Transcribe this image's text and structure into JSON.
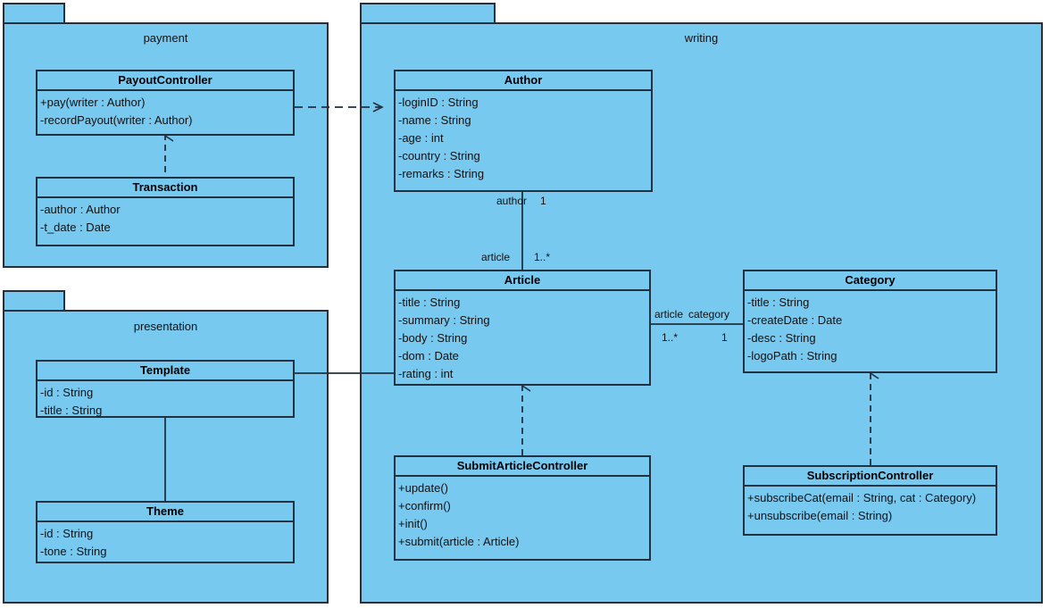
{
  "diagram": {
    "type": "uml-class-diagram",
    "fill_color": "#78c9f0",
    "line_color": "#22313f",
    "text_color": "#111111"
  },
  "packages": [
    {
      "id": "payment",
      "label": "payment"
    },
    {
      "id": "presentation",
      "label": "presentation"
    },
    {
      "id": "writing",
      "label": "writing"
    }
  ],
  "classes": {
    "payout_controller": {
      "name": "PayoutController",
      "members": [
        "+pay(writer : Author)",
        "-recordPayout(writer : Author)"
      ]
    },
    "transaction": {
      "name": "Transaction",
      "members": [
        "-author : Author",
        "-t_date : Date"
      ]
    },
    "template": {
      "name": "Template",
      "members": [
        "-id : String",
        "-title : String"
      ]
    },
    "theme": {
      "name": "Theme",
      "members": [
        "-id : String",
        "-tone : String"
      ]
    },
    "author": {
      "name": "Author",
      "members": [
        "-loginID : String",
        "-name : String",
        "-age : int",
        "-country : String",
        "-remarks : String"
      ]
    },
    "article": {
      "name": "Article",
      "members": [
        "-title : String",
        "-summary : String",
        "-body : String",
        "-dom : Date",
        "-rating : int"
      ]
    },
    "category": {
      "name": "Category",
      "members": [
        "-title : String",
        "-createDate : Date",
        "-desc : String",
        "-logoPath : String"
      ]
    },
    "submit_article_controller": {
      "name": "SubmitArticleController",
      "members": [
        "+update()",
        "+confirm()",
        "+init()",
        "+submit(article : Article)"
      ]
    },
    "subscription_controller": {
      "name": "SubscriptionController",
      "members": [
        "+subscribeCat(email : String, cat : Category)",
        "+unsubscribe(email : String)"
      ]
    }
  },
  "edge_labels": {
    "author_role": "author",
    "author_mult": "1",
    "article_role": "article",
    "article_mult": "1..*",
    "article_role2": "article",
    "category_role": "category",
    "article_mult2": "1..*",
    "category_mult": "1"
  }
}
